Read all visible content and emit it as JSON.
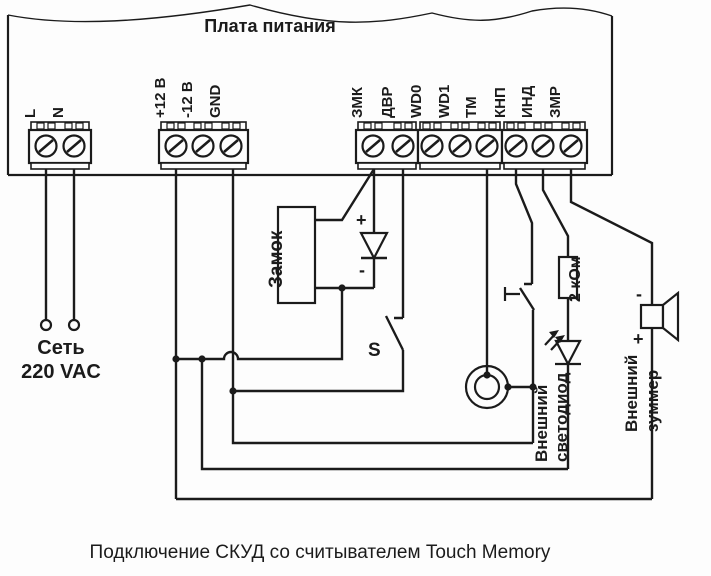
{
  "board": {
    "title": "Плата питания"
  },
  "terminal_groups": [
    {
      "labels": [
        "L",
        "N"
      ]
    },
    {
      "labels": [
        "+12 В",
        "-12 В",
        "GND"
      ]
    },
    {
      "labels": [
        "ЗМК",
        "ДВР"
      ]
    },
    {
      "labels": [
        "WD0",
        "WD1",
        "ТМ"
      ]
    },
    {
      "labels": [
        "КНП",
        "ИНД",
        "ЗМР"
      ]
    }
  ],
  "mains": {
    "label": "Сеть\n220 VAC"
  },
  "lock": {
    "label": "Замок"
  },
  "flyback_diode": {
    "plus": "+",
    "minus": "-"
  },
  "door_switch": {
    "label": "S"
  },
  "resistor": {
    "label": "2 кОм"
  },
  "led": {
    "label": "Внешний\nсветодиод"
  },
  "buzzer": {
    "label": "Внешний\nзуммер",
    "minus": "-",
    "plus": "+"
  },
  "caption": "Подключение СКУД со считывателем Touch Memory",
  "colors": {
    "ink": "#1b1b1b",
    "paper": "#fdfdfd"
  }
}
